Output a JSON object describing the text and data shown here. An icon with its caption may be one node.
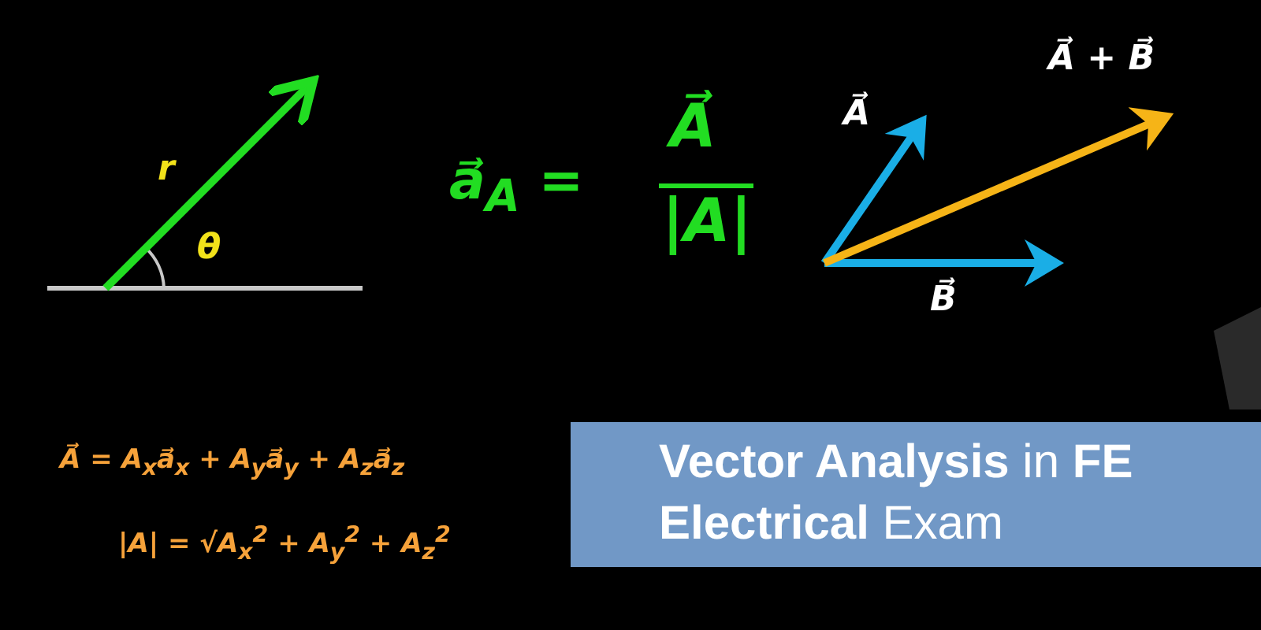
{
  "diagram": {
    "nodes": [
      {
        "text": [
          "**Vector Analysis** in **FE Electrical** Exam"
        ]
      }
    ],
    "edges": [],
    "labels": [
      "r",
      "θ",
      "a⃗$_{A}$ =",
      "A⃗",
      "|A|",
      "A⃗",
      "A⃗ + B⃗",
      "B⃗",
      "A⃗ = A$_{x}$a⃗$_{x}$ + A$_{y}$a⃗$_{y}$ + A$_{z}$a⃗$_{z}$",
      "|A| = √A$_{x}$$^{2}$ + A$_{y}$$^{2}$ + A$_{z}$$^{2}$"
    ]
  }
}
